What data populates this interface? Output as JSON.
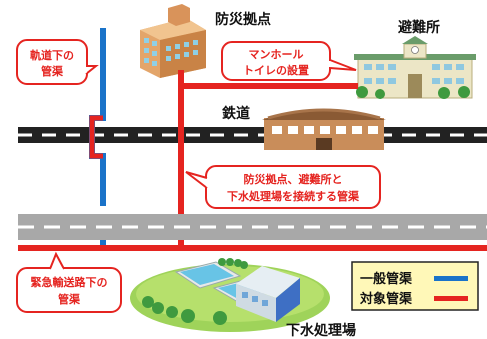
{
  "labels": {
    "disaster_base": "防災拠点",
    "shelter": "避難所",
    "railway": "鉄道",
    "sewage_plant": "下水処理場"
  },
  "callouts": {
    "under_track_line1": "軌道下の",
    "under_track_line2": "管渠",
    "manhole_line1": "マンホール",
    "manhole_line2": "トイレの設置",
    "connect_line1": "防災拠点、避難所と",
    "connect_line2": "下水処理場を接続する管渠",
    "emergency_line1": "緊急輸送路下の",
    "emergency_line2": "管渠"
  },
  "legend": {
    "general": "一般管渠",
    "target": "対象管渠",
    "general_color": "#1a73c9",
    "target_color": "#e52420"
  },
  "colors": {
    "callout_border": "#e52420",
    "callout_text": "#e52420",
    "road": "#a8a8a8",
    "railway": "#222222"
  }
}
